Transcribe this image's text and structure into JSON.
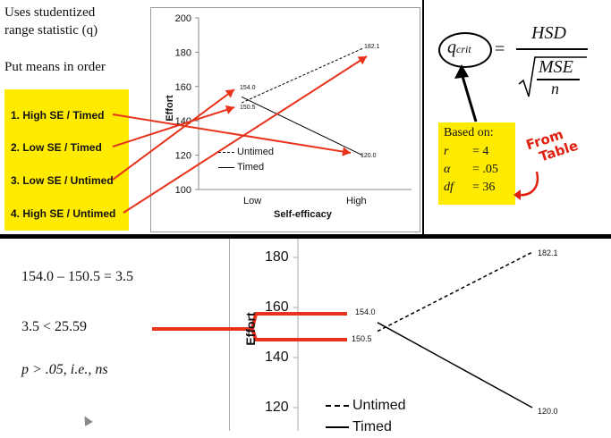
{
  "top_left": {
    "line1": "Uses studentized",
    "line2": "range statistic (q)",
    "line3": "Put means in order",
    "conditions": [
      "1.  High SE / Timed",
      "2.  Low SE / Timed",
      "3.  Low SE / Untimed",
      "4.  High SE / Untimed"
    ]
  },
  "chart": {
    "ylabel": "Effort",
    "xlabel": "Self-efficacy",
    "yticks": [
      "200",
      "180",
      "160",
      "140",
      "120",
      "100"
    ],
    "xticks": [
      "Low",
      "High"
    ],
    "legend": [
      "Untimed",
      "Timed"
    ],
    "point_labels": [
      "154.0",
      "150.5",
      "182.1",
      "120.0"
    ]
  },
  "formula": {
    "q": "q",
    "q_sub": "crit",
    "equals": "=",
    "numerator": "HSD",
    "denominator_top": "MSE",
    "denominator_bottom": "n",
    "based_on": "Based on:",
    "rows": [
      {
        "sym": "r",
        "val": "= 4"
      },
      {
        "sym": "α",
        "val": "= .05"
      },
      {
        "sym": "df",
        "val": "= 36"
      }
    ],
    "annotation": [
      "From",
      "Table"
    ]
  },
  "bottom": {
    "eq1": "154.0 – 150.5 = 3.5",
    "eq2": "3.5 < 25.59",
    "eq3": "p > .05, i.e., ns",
    "yticks": [
      "180",
      "160",
      "140",
      "120"
    ],
    "ylabel": "Effort",
    "point_labels": [
      "154.0",
      "150.5",
      "182.1",
      "120.0"
    ],
    "legend": [
      "Untimed",
      "Timed"
    ]
  },
  "chart_data": {
    "type": "line",
    "x": [
      "Low",
      "High"
    ],
    "series": [
      {
        "name": "Untimed",
        "values": [
          150.5,
          182.1
        ],
        "style": "dashed"
      },
      {
        "name": "Timed",
        "values": [
          154.0,
          120.0
        ],
        "style": "solid"
      }
    ],
    "xlabel": "Self-efficacy",
    "ylabel": "Effort",
    "ylim": [
      100,
      200
    ],
    "legend": "center-left",
    "colors": {
      "lines": "#000000",
      "arrows": "#e8321c",
      "highlight": "#ffeb00"
    }
  }
}
